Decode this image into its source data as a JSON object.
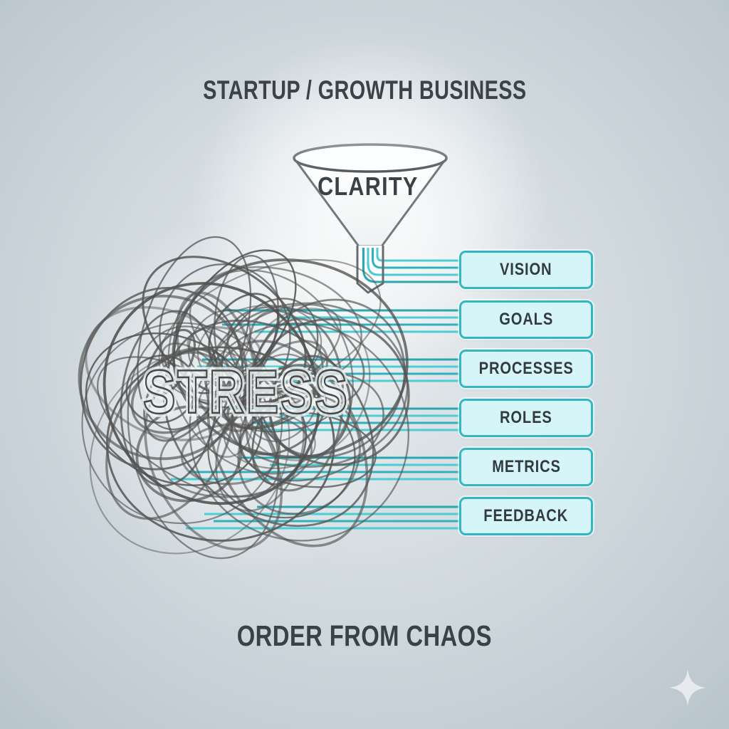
{
  "title": "STARTUP / GROWTH BUSINESS",
  "funnel": {
    "label": "CLARITY"
  },
  "chaos": {
    "label": "STRESS"
  },
  "boxes": [
    {
      "label": "VISION"
    },
    {
      "label": "GOALS"
    },
    {
      "label": "PROCESSES"
    },
    {
      "label": "ROLES"
    },
    {
      "label": "METRICS"
    },
    {
      "label": "FEEDBACK"
    }
  ],
  "footer": "ORDER FROM CHAOS",
  "icons": {
    "bottom_right": "sparkle-icon"
  },
  "colors": {
    "accent_teal_dark": "#2aa7b2",
    "accent_teal_light": "#4ccdd4",
    "box_fill": "#d6f5f8",
    "box_border": "#33b7c3",
    "ink": "#3b4348",
    "scribble": "#515151",
    "background": "#c6d0d6"
  }
}
